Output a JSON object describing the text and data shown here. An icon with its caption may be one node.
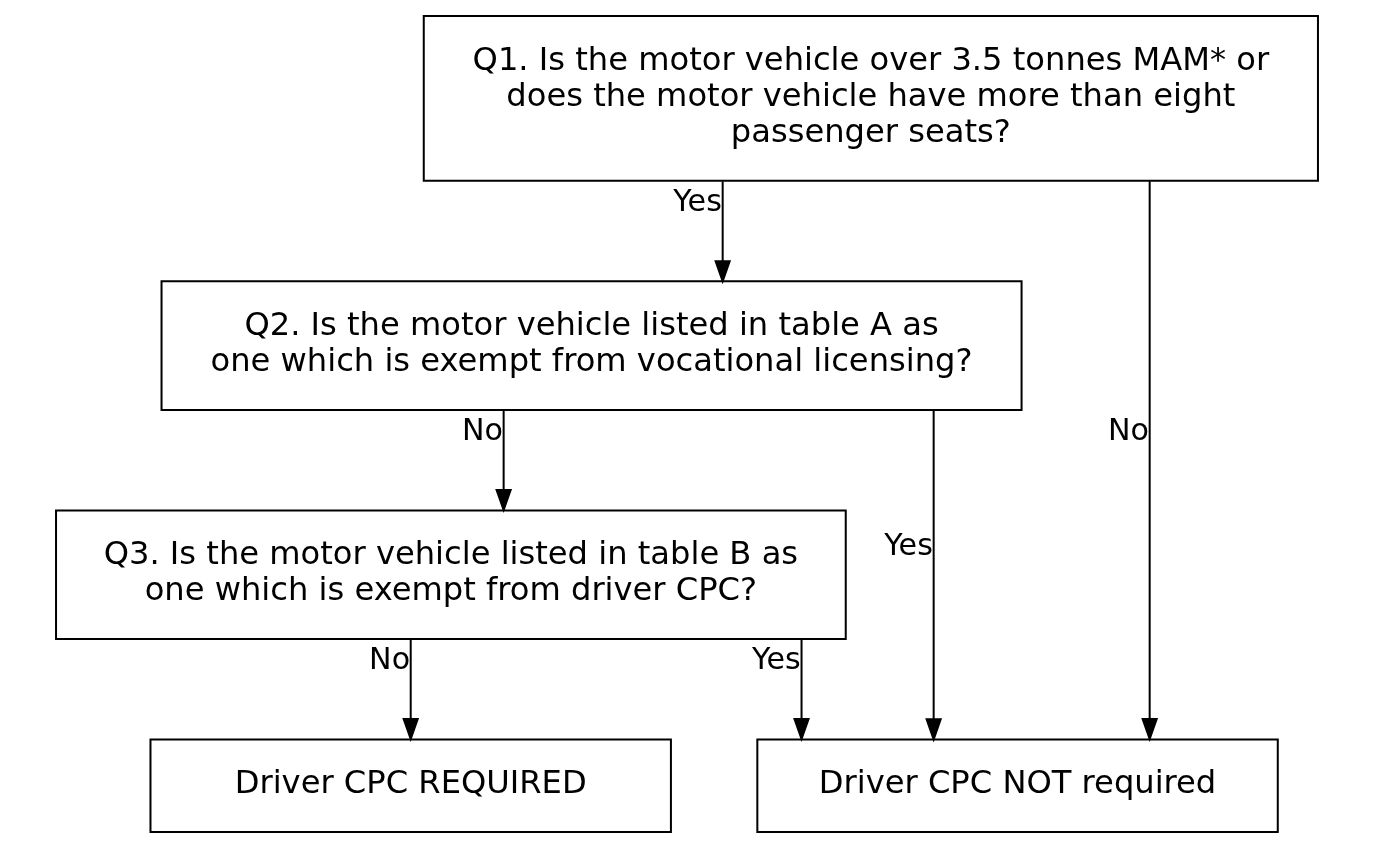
{
  "diagram": {
    "nodes": [
      {
        "text": [
          "Q1. Is the motor vehicle over 3.5 tonnes MAM* or does the motor vehicle have more than eight passenger seats?"
        ]
      },
      {
        "text": [
          "Q2. Is the motor vehicle listed in table A as one which is exempt from vocational licensing?"
        ]
      },
      {
        "text": [
          "Q3. Is the motor vehicle listed in table B as one which is exempt from driver CPC?"
        ]
      },
      {
        "text": [
          "Driver CPC NOT required"
        ]
      },
      {
        "text": [
          "Driver CPC REQUIRED"
        ]
      }
    ],
    "edges": [
      {
        "from": 0,
        "to": 3,
        "arrow": "to",
        "label": "No"
      },
      {
        "from": 0,
        "to": 1,
        "arrow": "to",
        "label": "Yes"
      },
      {
        "from": 1,
        "to": 3,
        "arrow": "to",
        "label": "Yes"
      },
      {
        "from": 1,
        "to": 2,
        "arrow": "to",
        "label": "No"
      },
      {
        "from": 2,
        "to": 3,
        "arrow": "to",
        "label": "Yes"
      },
      {
        "from": 2,
        "to": 4,
        "arrow": "to",
        "label": "No"
      }
    ]
  }
}
